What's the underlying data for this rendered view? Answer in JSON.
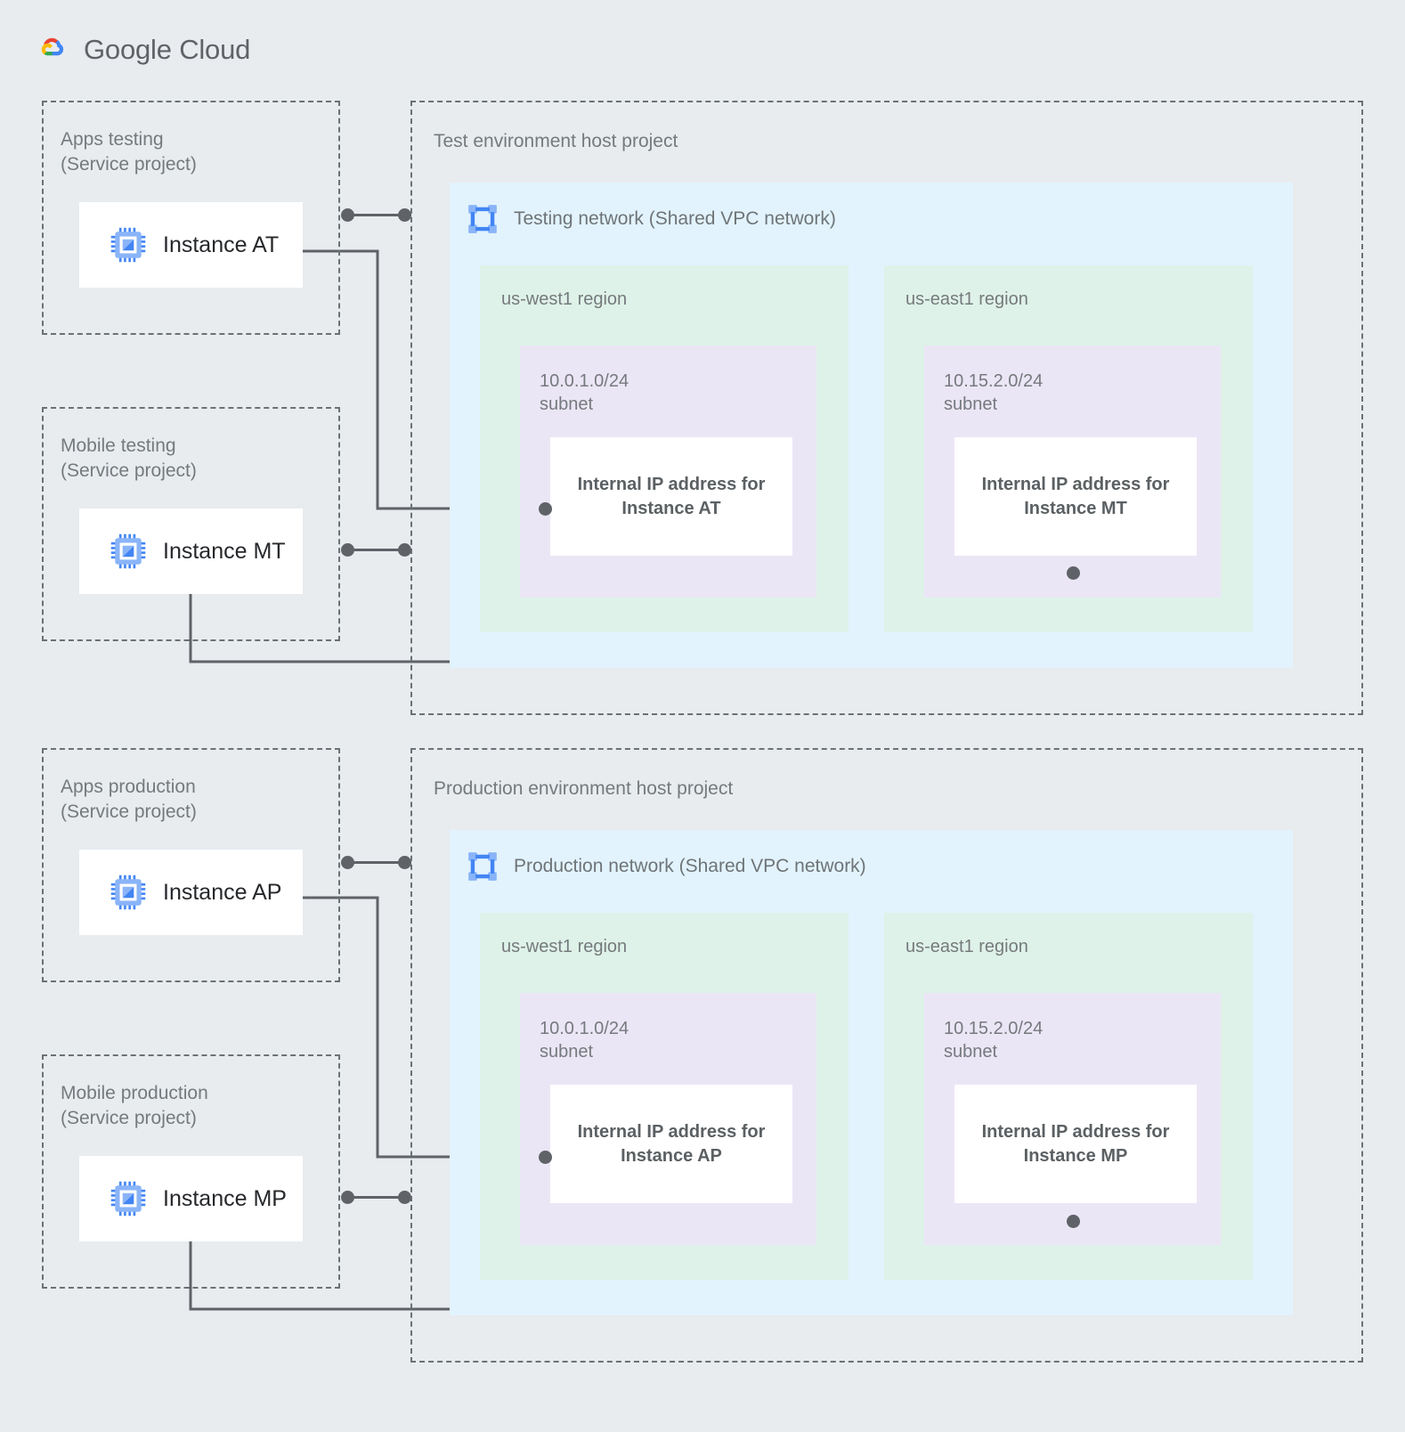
{
  "brand": {
    "name_bold": "Google",
    "name_light": "Cloud"
  },
  "icons": {
    "instance": "compute-instance-icon",
    "network": "vpc-network-icon"
  },
  "colors": {
    "page_background": "#e8ecef",
    "network_background": "#e2f3fd",
    "region_background": "#dff2e9",
    "subnet_background": "#ebe6f6",
    "box_background": "#ffffff",
    "connector": "#5f6368",
    "text_muted": "#757a7d",
    "text_dark": "#26282b",
    "dashed_border": "#6b7174",
    "accent_blue": "#4285f4"
  },
  "service_projects": [
    {
      "id": "apps-testing",
      "label": "Apps testing\n(Service project)",
      "instance": "Instance AT"
    },
    {
      "id": "mobile-testing",
      "label": "Mobile testing\n(Service project)",
      "instance": "Instance MT"
    },
    {
      "id": "apps-production",
      "label": "Apps production\n(Service project)",
      "instance": "Instance AP"
    },
    {
      "id": "mobile-production",
      "label": "Mobile production\n(Service project)",
      "instance": "Instance MP"
    }
  ],
  "host_projects": [
    {
      "id": "test-env",
      "label": "Test environment host project",
      "network": {
        "title": "Testing network (Shared VPC network)"
      },
      "regions": [
        {
          "name": "us-west1 region",
          "subnet": "10.0.1.0/24\nsubnet",
          "ip_box": "Internal IP address for\nInstance AT"
        },
        {
          "name": "us-east1 region",
          "subnet": "10.15.2.0/24\nsubnet",
          "ip_box": "Internal IP address for\nInstance MT"
        }
      ]
    },
    {
      "id": "prod-env",
      "label": "Production environment host project",
      "network": {
        "title": "Production network (Shared VPC network)"
      },
      "regions": [
        {
          "name": "us-west1 region",
          "subnet": "10.0.1.0/24\nsubnet",
          "ip_box": "Internal IP address for\nInstance AP"
        },
        {
          "name": "us-east1 region",
          "subnet": "10.15.2.0/24\nsubnet",
          "ip_box": "Internal IP address for\nInstance MP"
        }
      ]
    }
  ]
}
